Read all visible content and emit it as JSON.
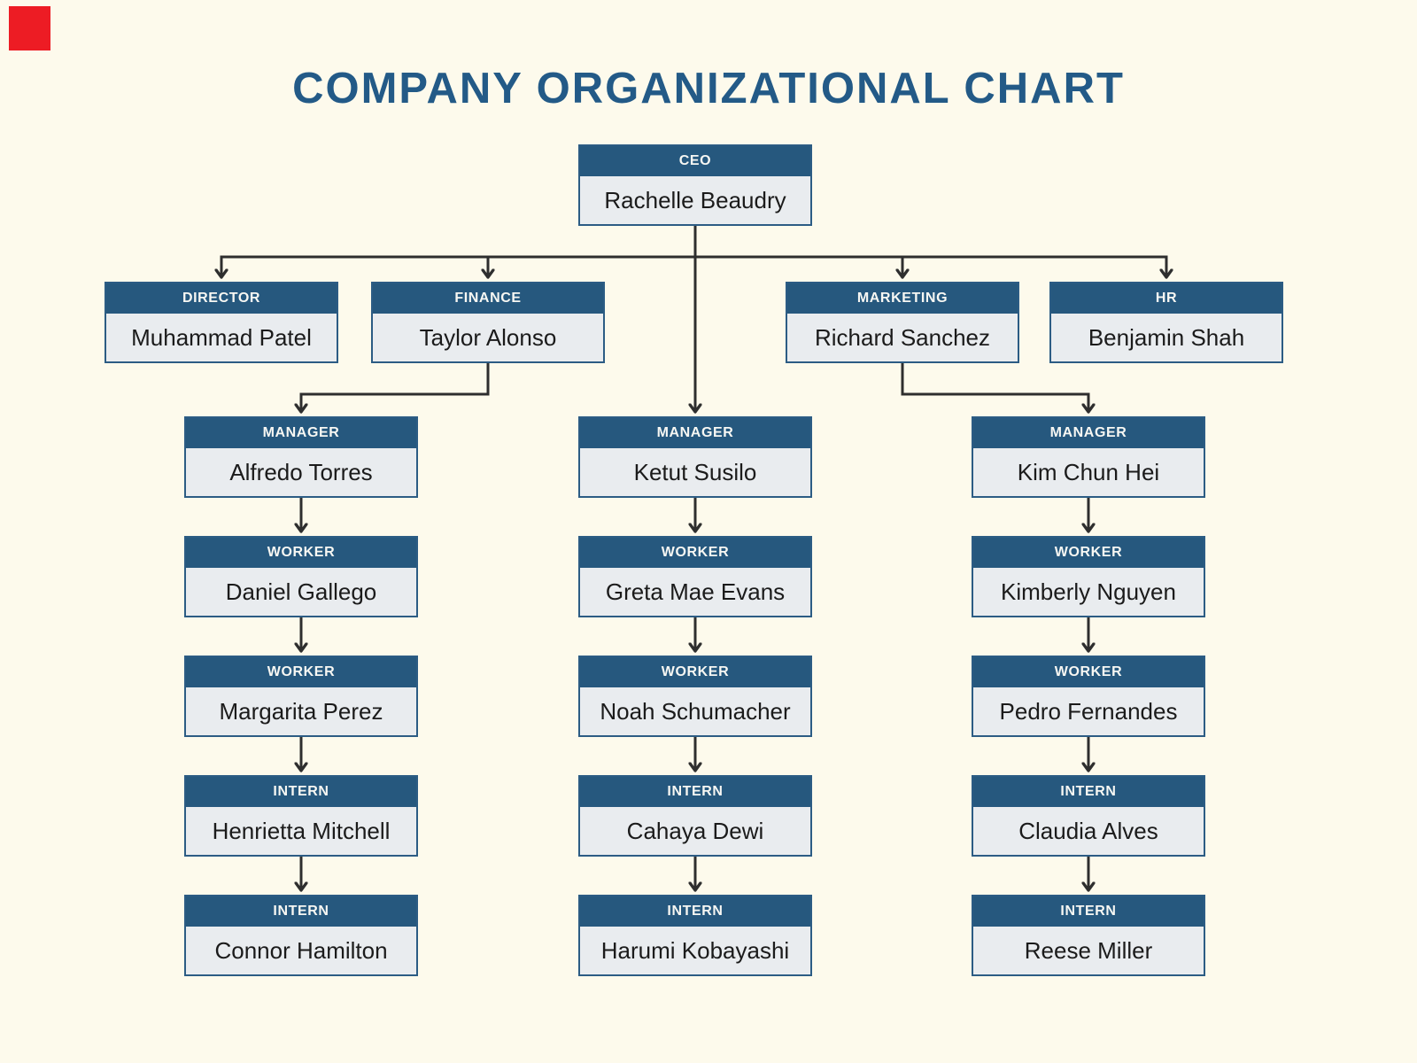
{
  "page": {
    "title": "COMPANY ORGANIZATIONAL CHART"
  },
  "colors": {
    "background": "#fdfaec",
    "title_text": "#235a87",
    "role_banner": "#26587e",
    "role_text": "#f7f7f3",
    "node_body": "#e9ecef",
    "node_border": "#2c5c84",
    "name_text": "#1b1b1b",
    "connector": "#2e2e2e",
    "corner_marker": "#ed1c24"
  },
  "org": {
    "ceo": {
      "role": "CEO",
      "name": "Rachelle Beaudry"
    },
    "level2": [
      {
        "role": "DIRECTOR",
        "name": "Muhammad Patel"
      },
      {
        "role": "FINANCE",
        "name": "Taylor Alonso"
      },
      {
        "role": "MARKETING",
        "name": "Richard Sanchez"
      },
      {
        "role": "HR",
        "name": "Benjamin Shah"
      }
    ],
    "columns": [
      {
        "parent": "FINANCE",
        "members": [
          {
            "role": "MANAGER",
            "name": "Alfredo Torres"
          },
          {
            "role": "WORKER",
            "name": "Daniel Gallego"
          },
          {
            "role": "WORKER",
            "name": "Margarita Perez"
          },
          {
            "role": "INTERN",
            "name": "Henrietta Mitchell"
          },
          {
            "role": "INTERN",
            "name": "Connor Hamilton"
          }
        ]
      },
      {
        "parent": "CEO",
        "members": [
          {
            "role": "MANAGER",
            "name": "Ketut Susilo"
          },
          {
            "role": "WORKER",
            "name": "Greta Mae Evans"
          },
          {
            "role": "WORKER",
            "name": "Noah Schumacher"
          },
          {
            "role": "INTERN",
            "name": "Cahaya Dewi"
          },
          {
            "role": "INTERN",
            "name": "Harumi Kobayashi"
          }
        ]
      },
      {
        "parent": "MARKETING",
        "members": [
          {
            "role": "MANAGER",
            "name": "Kim Chun Hei"
          },
          {
            "role": "WORKER",
            "name": "Kimberly Nguyen"
          },
          {
            "role": "WORKER",
            "name": "Pedro Fernandes"
          },
          {
            "role": "INTERN",
            "name": "Claudia Alves"
          },
          {
            "role": "INTERN",
            "name": "Reese Miller"
          }
        ]
      }
    ]
  }
}
